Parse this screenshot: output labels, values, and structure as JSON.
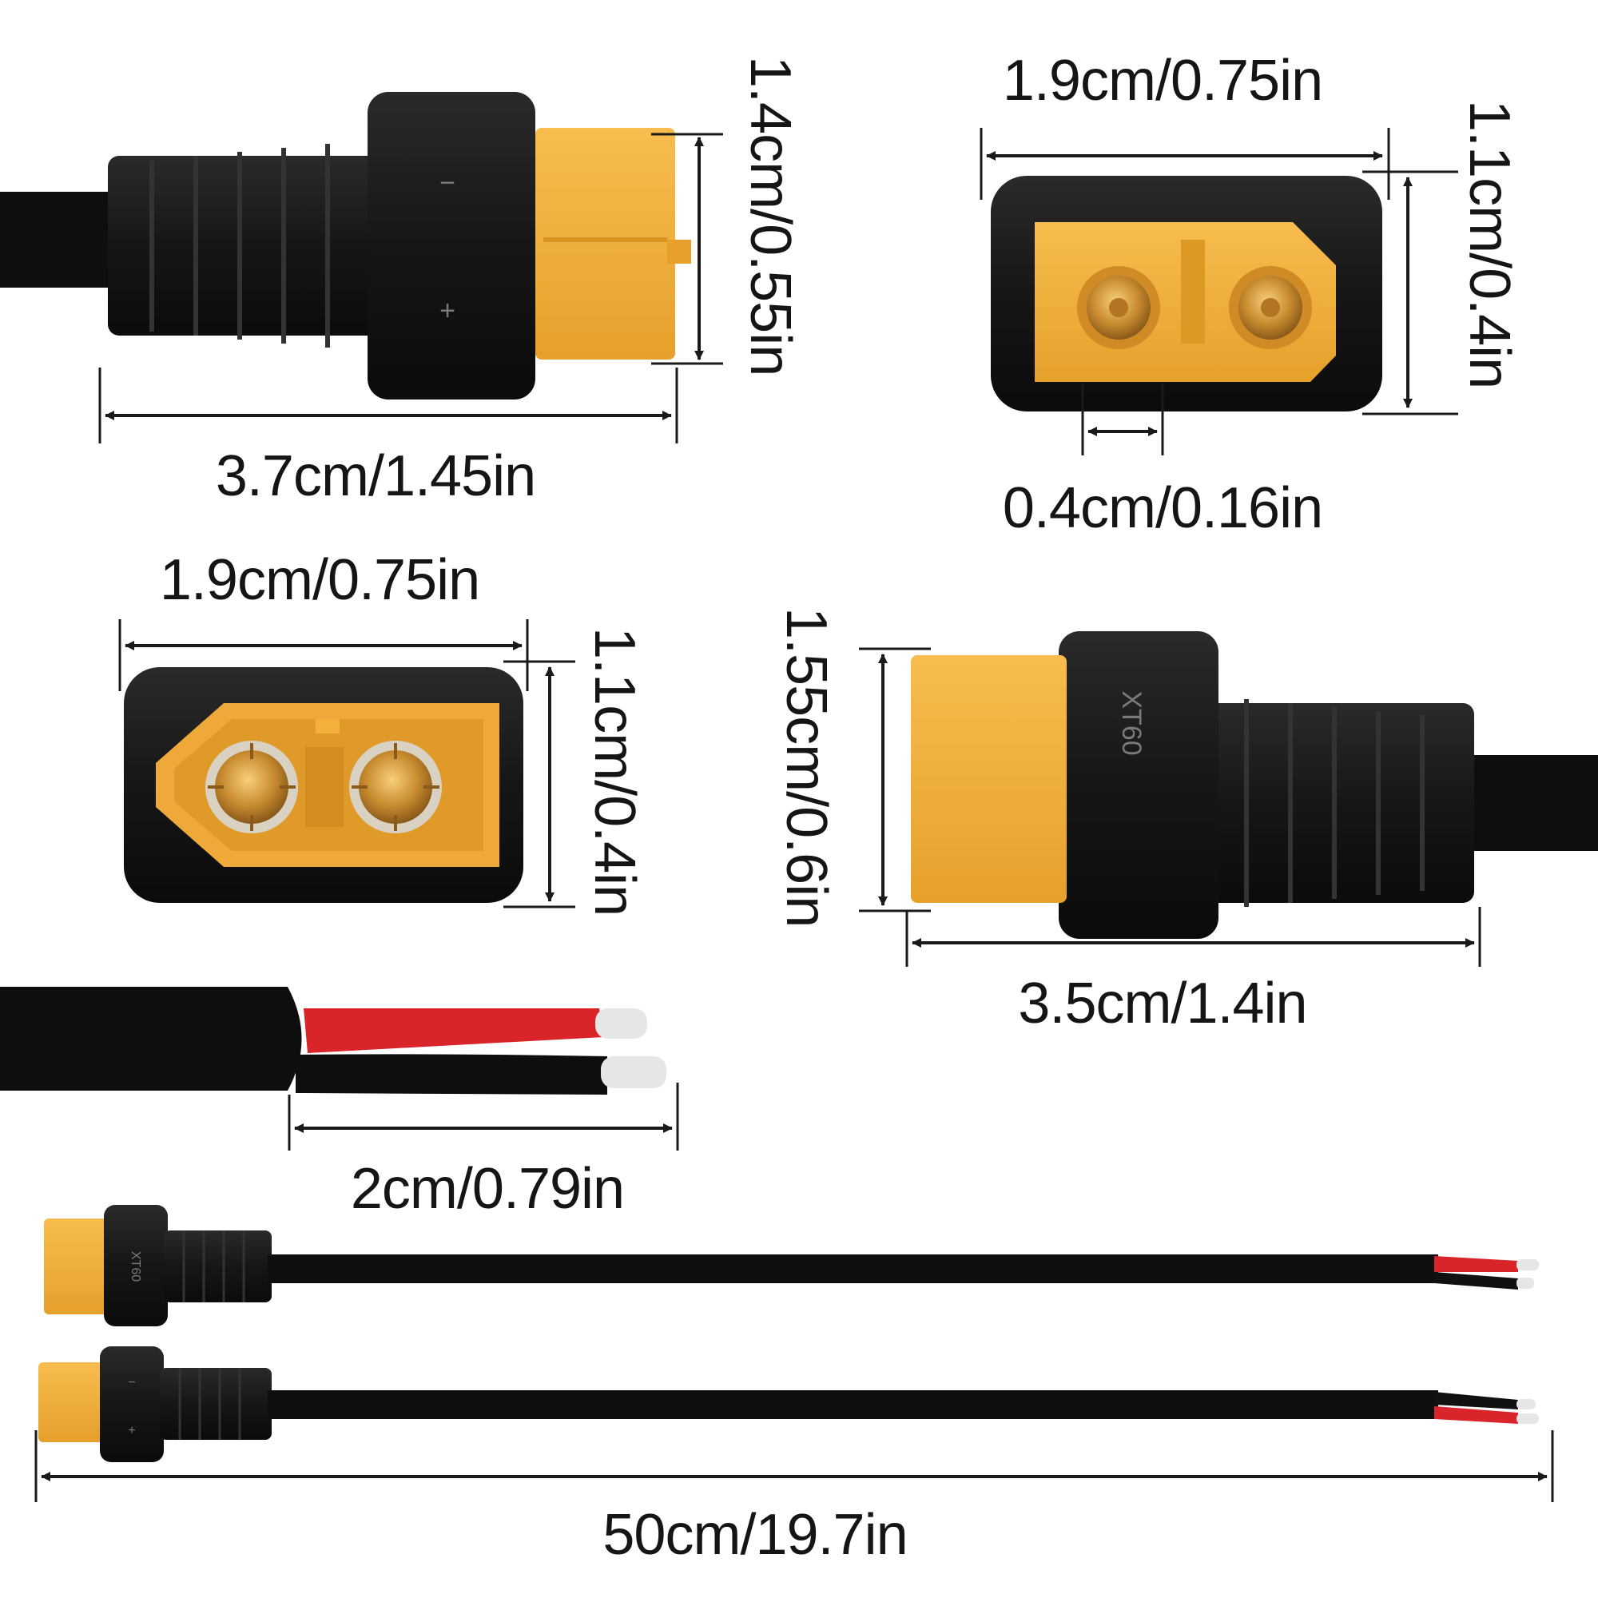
{
  "palette": {
    "black": "#1a1a1a",
    "cable": "#0e0e0e",
    "yellow": "#f4b13a",
    "yellow_shade": "#dc9a24",
    "copper": "#c8892e",
    "red_wire": "#d9242a",
    "tinned_tip": "#e6e6e6",
    "dimension_line": "#1a1a1a"
  },
  "dimensions": {
    "female_side_height": "1.4cm/0.55in",
    "female_side_length": "3.7cm/1.45in",
    "female_face_width": "1.9cm/0.75in",
    "female_face_height": "1.1cm/0.4in",
    "pin_spacing": "0.4cm/0.16in",
    "male_face_width": "1.9cm/0.75in",
    "male_face_height": "1.1cm/0.4in",
    "male_side_height": "1.55cm/0.6in",
    "male_side_length": "3.5cm/1.4in",
    "stripped_length": "2cm/0.79in",
    "cable_length": "50cm/19.7in"
  },
  "markings": {
    "minus": "−",
    "plus": "+",
    "model": "XT60"
  }
}
